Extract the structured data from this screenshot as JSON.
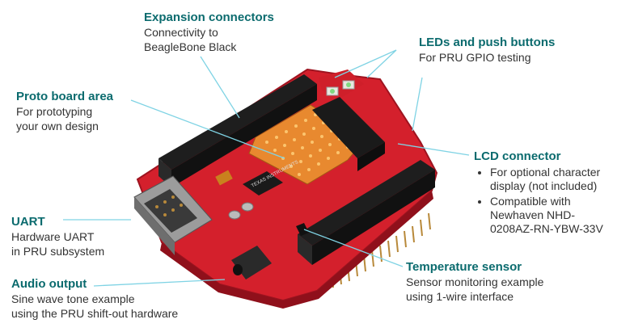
{
  "callouts": {
    "expansion": {
      "title": "Expansion connectors",
      "desc": "Connectivity to\nBeagleBone Black"
    },
    "leds": {
      "title": "LEDs and push buttons",
      "desc": "For PRU GPIO testing"
    },
    "proto": {
      "title": "Proto board area",
      "desc": "For prototyping\nyour own design"
    },
    "lcd": {
      "title": "LCD connector",
      "bullets": [
        "For optional character\ndisplay (not included)",
        "Compatible with\nNewhaven  NHD-\n0208AZ-RN-YBW-33V"
      ]
    },
    "uart": {
      "title": "UART",
      "desc": "Hardware UART\nin PRU subsystem"
    },
    "temp": {
      "title": "Temperature sensor",
      "desc": "Sensor monitoring example\nusing 1-wire interface"
    },
    "audio": {
      "title": "Audio output",
      "desc": "Sine wave tone example\nusing the PRU shift-out hardware"
    }
  },
  "board": {
    "chip_text": "TEXAS INSTRUMENTS"
  },
  "colors": {
    "pcb": "#d4202c",
    "pcb_dark": "#9e1420",
    "header": "#1e1e1e",
    "proto": "#e8892f",
    "leader": "#7fd3e4",
    "title": "#0b6b6e"
  }
}
